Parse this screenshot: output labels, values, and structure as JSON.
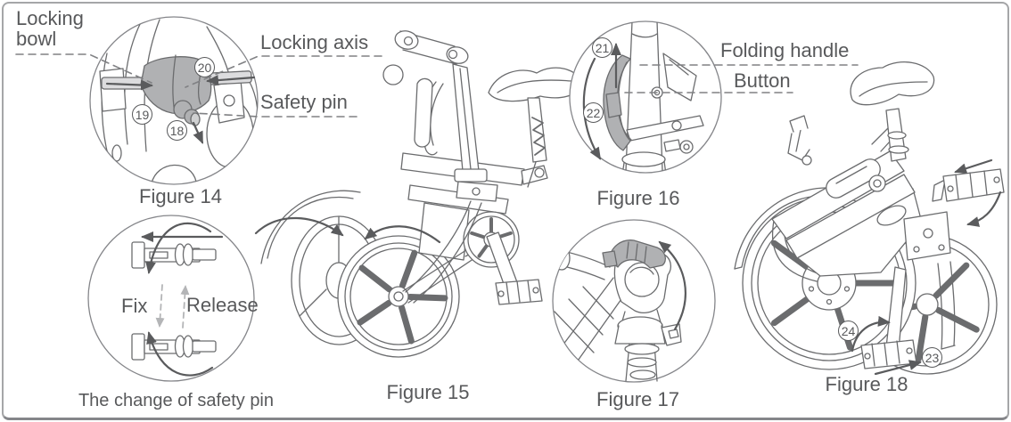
{
  "colors": {
    "line": "#6b6c6e",
    "highlight_fill": "#b0b1b3",
    "text": "#58595b",
    "dash_leader": "#808184",
    "page_border": "#a5a6a8"
  },
  "figures": {
    "figure14": {
      "caption": "Figure 14",
      "label_locking_bowl": "Locking\nbowl",
      "label_locking_axis": "Locking axis",
      "label_safety_pin": "Safety pin",
      "callout_18": "18",
      "callout_19": "19",
      "callout_20": "20"
    },
    "safety_pin_change": {
      "caption": "The change of safety pin",
      "label_fix": "Fix",
      "label_release": "Release"
    },
    "figure15": {
      "caption": "Figure 15"
    },
    "figure16": {
      "caption": "Figure 16",
      "label_folding_handle": "Folding handle",
      "label_button": "Button",
      "callout_21": "21",
      "callout_22": "22"
    },
    "figure17": {
      "caption": "Figure 17"
    },
    "figure18": {
      "caption": "Figure 18",
      "callout_23": "23",
      "callout_24": "24"
    }
  }
}
